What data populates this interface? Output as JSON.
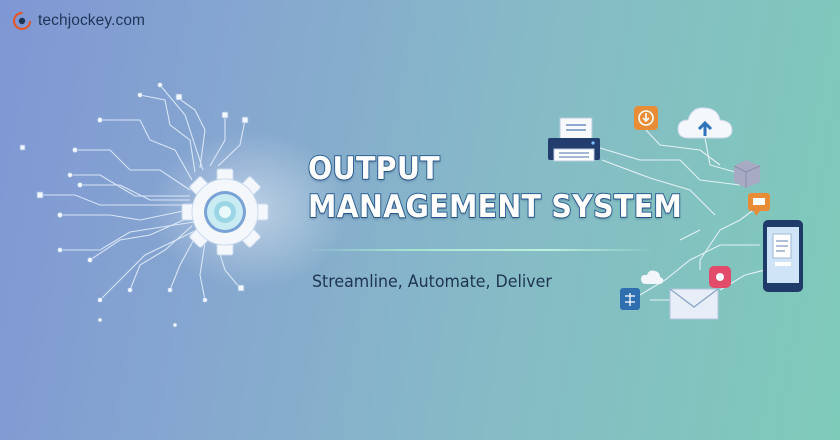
{
  "brand": {
    "name": "techjockey.com",
    "logo_icon": "techjockey-logo"
  },
  "banner": {
    "title_line1": "OUTPUT",
    "title_line2": "MANAGEMENT SYSTEM",
    "subtitle": "Streamline, Automate, Deliver"
  },
  "colors": {
    "title_fill": "#ffffff",
    "title_outline": "#2c5f94",
    "accent_line": "#a8e6d2",
    "text_dark": "#1e3450"
  },
  "illustrations": [
    "circuit-gear-icon",
    "printer-icon",
    "download-icon",
    "cloud-upload-icon",
    "box-icon",
    "chat-icon",
    "smartphone-icon",
    "email-icon",
    "record-icon",
    "fax-icon"
  ]
}
